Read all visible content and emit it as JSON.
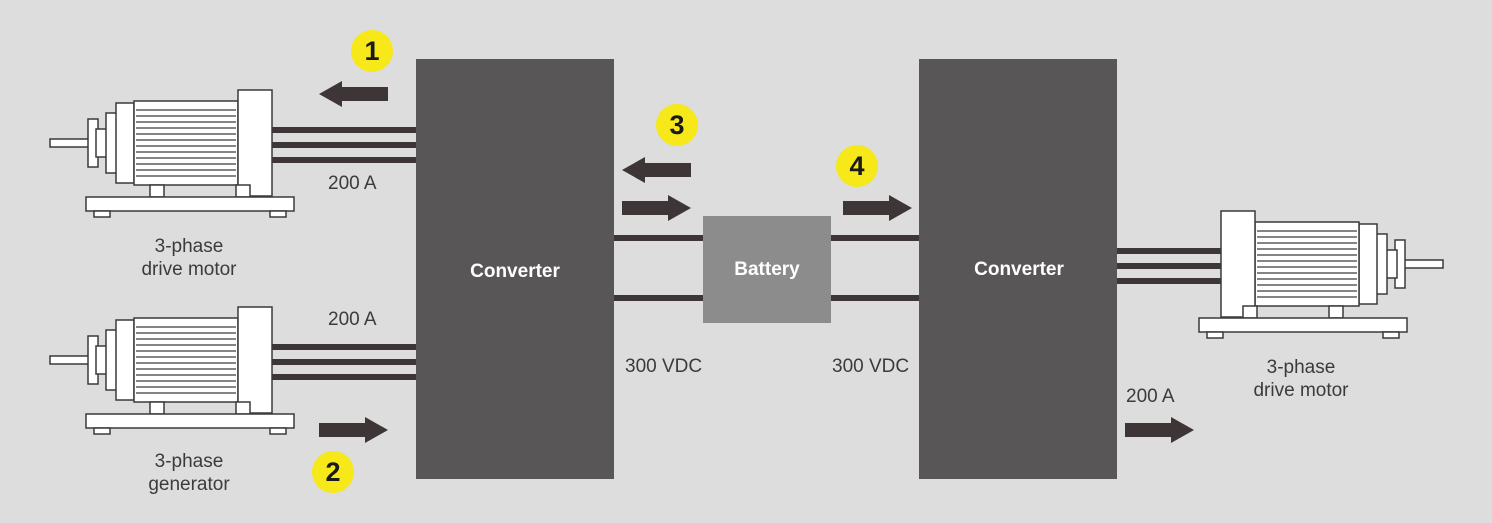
{
  "diagram": {
    "converter_left_label": "Converter",
    "converter_right_label": "Converter",
    "battery_label": "Battery",
    "motor_left": {
      "line1": "3-phase",
      "line2": "drive motor"
    },
    "generator": {
      "line1": "3-phase",
      "line2": "generator"
    },
    "motor_right": {
      "line1": "3-phase",
      "line2": "drive motor"
    },
    "current_motor_left": "200 A",
    "current_generator": "200 A",
    "current_motor_right": "200 A",
    "voltage_left": "300 VDC",
    "voltage_right": "300 VDC",
    "steps": [
      "1",
      "2",
      "3",
      "4"
    ],
    "colors": {
      "background": "#dcdddc",
      "converter": "#595657",
      "battery": "#8c8c8c",
      "arrow": "#3d3536",
      "badge": "#f7e81a"
    }
  }
}
